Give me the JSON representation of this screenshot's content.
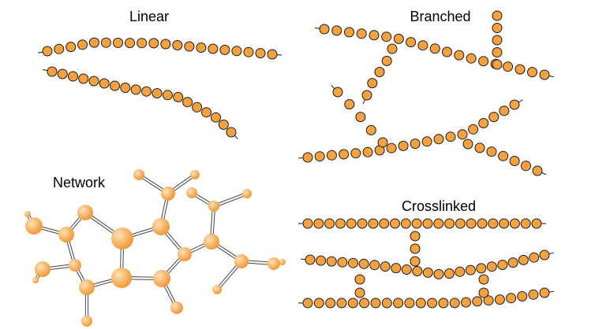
{
  "labels": {
    "linear": "Linear",
    "branched": "Branched",
    "network": "Network",
    "crosslinked": "Crosslinked"
  },
  "colors": {
    "bead_fill": "#f7a23e",
    "bead_stroke": "#1a1a1a",
    "atom_light": "#fde2bb",
    "atom_dark": "#f39a36",
    "background": "#ffffff"
  }
}
